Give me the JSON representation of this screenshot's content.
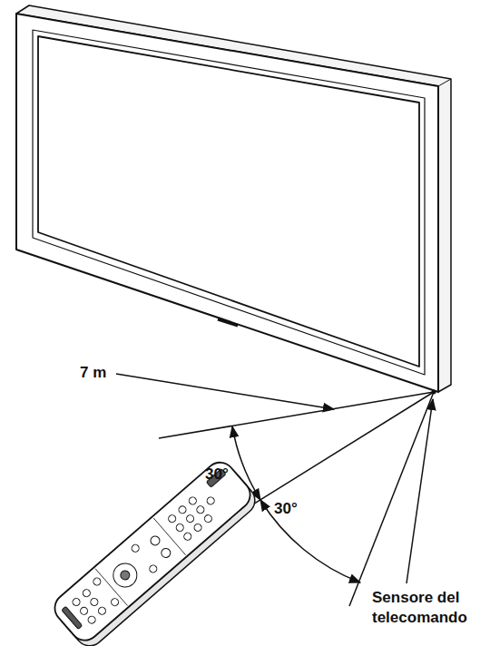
{
  "diagram": {
    "labels": [
      "7 m",
      "30°",
      "30°",
      "Sensore del telecomando"
    ]
  }
}
